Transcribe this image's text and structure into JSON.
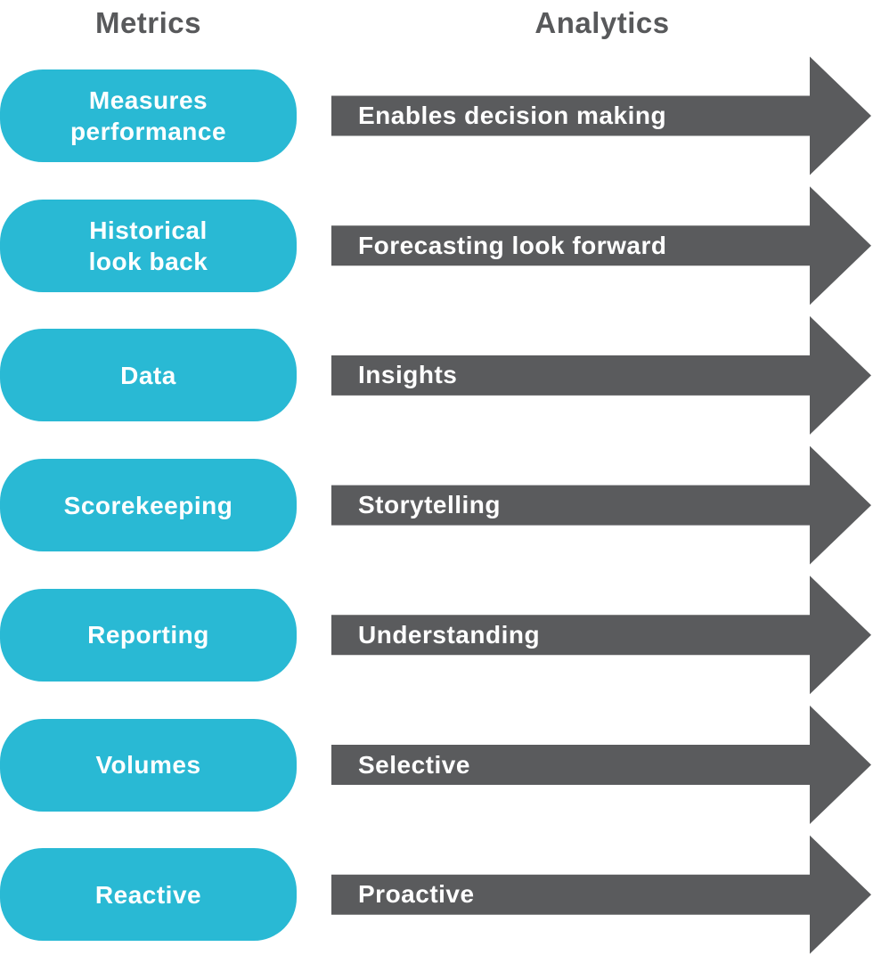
{
  "diagram": {
    "headers": {
      "left": "Metrics",
      "right": "Analytics"
    },
    "rows": [
      {
        "metric": "Measures\nperformance",
        "analytic": "Enables decision making"
      },
      {
        "metric": "Historical\nlook back",
        "analytic": "Forecasting look forward"
      },
      {
        "metric": "Data",
        "analytic": "Insights"
      },
      {
        "metric": "Scorekeeping",
        "analytic": "Storytelling"
      },
      {
        "metric": "Reporting",
        "analytic": "Understanding"
      },
      {
        "metric": "Volumes",
        "analytic": "Selective"
      },
      {
        "metric": "Reactive",
        "analytic": "Proactive"
      }
    ],
    "colors": {
      "pill": "#29B9D4",
      "arrow": "#5A5B5D",
      "heading": "#58595B",
      "label_text": "#FFFFFF"
    }
  }
}
